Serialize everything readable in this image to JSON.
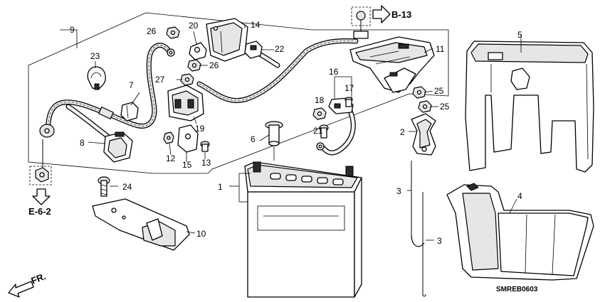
{
  "callouts": [
    {
      "id": "c1",
      "text": "1"
    },
    {
      "id": "c2",
      "text": "2"
    },
    {
      "id": "c3a",
      "text": "3"
    },
    {
      "id": "c3b",
      "text": "3"
    },
    {
      "id": "c4",
      "text": "4"
    },
    {
      "id": "c5",
      "text": "5"
    },
    {
      "id": "c6",
      "text": "6"
    },
    {
      "id": "c7",
      "text": "7"
    },
    {
      "id": "c8",
      "text": "8"
    },
    {
      "id": "c9",
      "text": "9"
    },
    {
      "id": "c10",
      "text": "10"
    },
    {
      "id": "c11",
      "text": "11"
    },
    {
      "id": "c12",
      "text": "12"
    },
    {
      "id": "c13",
      "text": "13"
    },
    {
      "id": "c14",
      "text": "14"
    },
    {
      "id": "c15",
      "text": "15"
    },
    {
      "id": "c16",
      "text": "16"
    },
    {
      "id": "c17",
      "text": "17"
    },
    {
      "id": "c18",
      "text": "18"
    },
    {
      "id": "c19",
      "text": "19"
    },
    {
      "id": "c20",
      "text": "20"
    },
    {
      "id": "c21",
      "text": "21"
    },
    {
      "id": "c22",
      "text": "22"
    },
    {
      "id": "c23",
      "text": "23"
    },
    {
      "id": "c24",
      "text": "24"
    },
    {
      "id": "c25a",
      "text": "25"
    },
    {
      "id": "c25b",
      "text": "25"
    },
    {
      "id": "c26a",
      "text": "26"
    },
    {
      "id": "c26b",
      "text": "26"
    },
    {
      "id": "c27",
      "text": "27"
    }
  ],
  "references": {
    "b13": "B-13",
    "e62": "E-6-2"
  },
  "direction": "FR.",
  "diagram_code": "SMREB0603"
}
